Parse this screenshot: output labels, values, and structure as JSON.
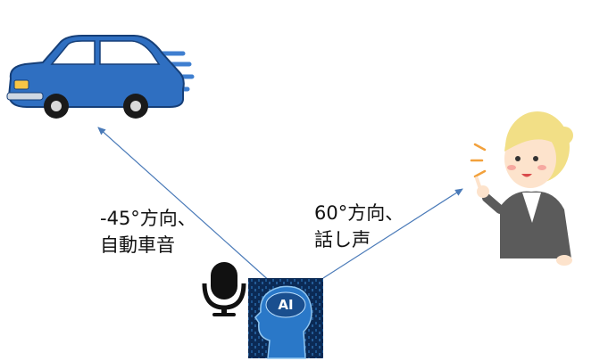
{
  "labels": {
    "car_direction": "-45°方向、",
    "car_sound": "自動車音",
    "person_direction": "60°方向、",
    "person_sound": "話し声"
  },
  "ai_badge": "AI",
  "icons": [
    "car-icon",
    "woman-speaking-icon",
    "microphone-icon",
    "ai-head-icon"
  ],
  "colors": {
    "arrow": "#4a7ab8",
    "car_body": "#2f6fc1",
    "ai_background": "#0b2a55",
    "ai_head": "#2a78c8",
    "mic": "#111111"
  }
}
